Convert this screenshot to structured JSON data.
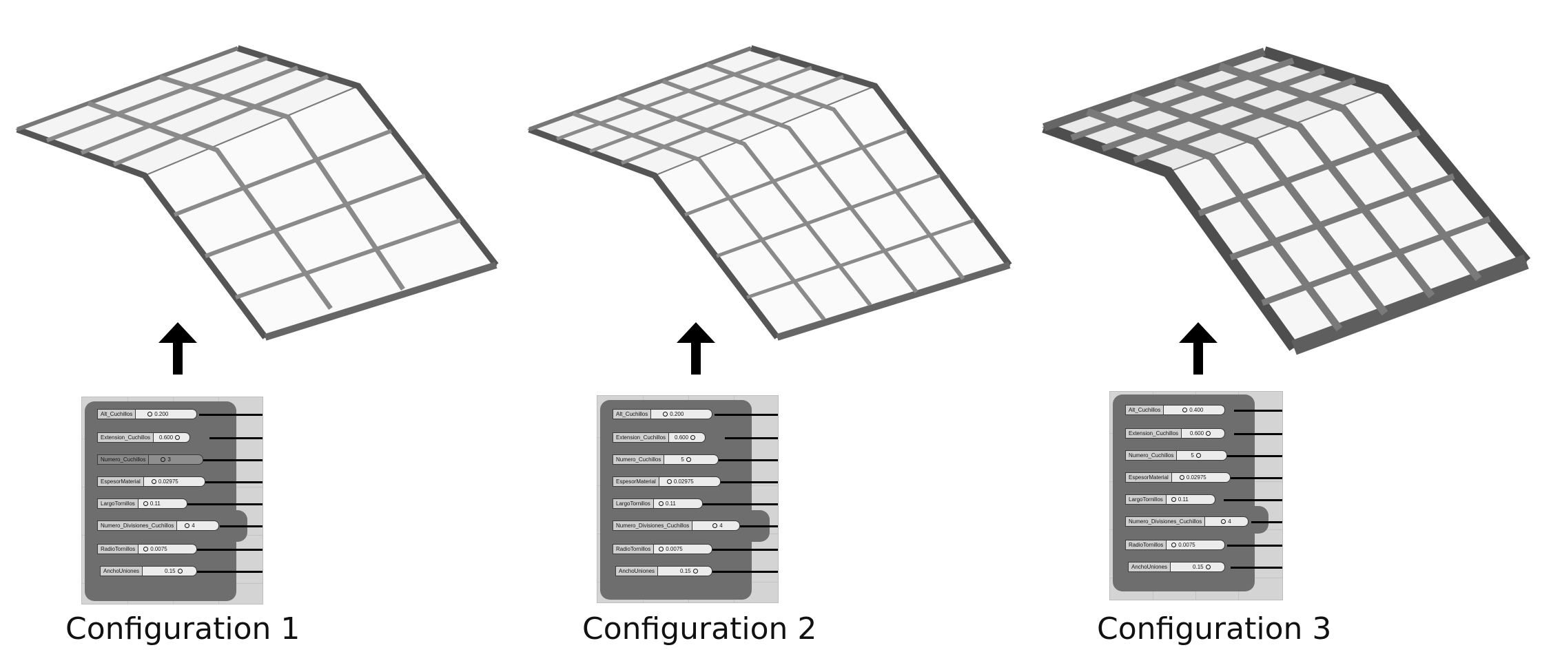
{
  "configurations": [
    {
      "caption": "Configuration 1",
      "sliders": [
        {
          "label": "Alt_Cuchillos",
          "value": "0.200"
        },
        {
          "label": "Extension_Cuchillos",
          "value": "0.600"
        },
        {
          "label": "Numero_Cuchillos",
          "value": "3"
        },
        {
          "label": "EspesorMaterial",
          "value": "0.02975"
        },
        {
          "label": "LargoTornillos",
          "value": "0.11"
        },
        {
          "label": "Numero_Divisiones_Cuchillos",
          "value": "4"
        },
        {
          "label": "RadioTornillos",
          "value": "0.0075"
        },
        {
          "label": "AnchoUniones",
          "value": "0.15"
        }
      ]
    },
    {
      "caption": "Configuration 2",
      "sliders": [
        {
          "label": "Alt_Cuchillos",
          "value": "0.200"
        },
        {
          "label": "Extension_Cuchillos",
          "value": "0.600"
        },
        {
          "label": "Numero_Cuchillos",
          "value": "5"
        },
        {
          "label": "EspesorMaterial",
          "value": "0.02975"
        },
        {
          "label": "LargoTornillos",
          "value": "0.11"
        },
        {
          "label": "Numero_Divisiones_Cuchillos",
          "value": "4"
        },
        {
          "label": "RadioTornillos",
          "value": "0.0075"
        },
        {
          "label": "AnchoUniones",
          "value": "0.15"
        }
      ]
    },
    {
      "caption": "Configuration 3",
      "sliders": [
        {
          "label": "Alt_Cuchillos",
          "value": "0.400"
        },
        {
          "label": "Extension_Cuchillos",
          "value": "0.600"
        },
        {
          "label": "Numero_Cuchillos",
          "value": "5"
        },
        {
          "label": "EspesorMaterial",
          "value": "0.02975"
        },
        {
          "label": "LargoTornillos",
          "value": "0.11"
        },
        {
          "label": "Numero_Divisiones_Cuchillos",
          "value": "4"
        },
        {
          "label": "RadioTornillos",
          "value": "0.0075"
        },
        {
          "label": "AnchoUniones",
          "value": "0.15"
        }
      ]
    }
  ]
}
